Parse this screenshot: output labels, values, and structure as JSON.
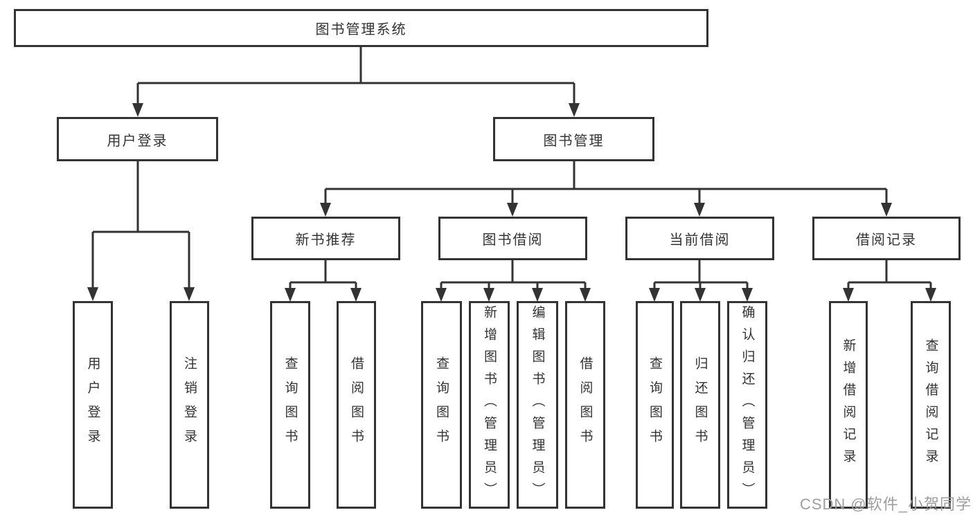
{
  "diagram": {
    "type": "hierarchy-tree",
    "root": {
      "label": "图书管理系统",
      "children": [
        {
          "label": "用户登录",
          "children": [
            {
              "label": "用户登录"
            },
            {
              "label": "注销登录"
            }
          ]
        },
        {
          "label": "图书管理",
          "children": [
            {
              "label": "新书推荐",
              "children": [
                {
                  "label": "查询图书"
                },
                {
                  "label": "借阅图书"
                }
              ]
            },
            {
              "label": "图书借阅",
              "children": [
                {
                  "label": "查询图书"
                },
                {
                  "label": "新增图书（管理员）"
                },
                {
                  "label": "编辑图书（管理员）"
                },
                {
                  "label": "借阅图书"
                }
              ]
            },
            {
              "label": "当前借阅",
              "children": [
                {
                  "label": "查询图书"
                },
                {
                  "label": "归还图书"
                },
                {
                  "label": "确认归还（管理员）"
                }
              ]
            },
            {
              "label": "借阅记录",
              "children": [
                {
                  "label": "新增借阅记录"
                },
                {
                  "label": "查询借阅记录"
                }
              ]
            }
          ]
        }
      ]
    }
  },
  "watermark": {
    "text": "CSDN @软件_小贺同学"
  },
  "colors": {
    "line": "#333333",
    "box_border": "#333333",
    "text": "#333333",
    "background": "#ffffff",
    "watermark": "#9e9e9e"
  }
}
